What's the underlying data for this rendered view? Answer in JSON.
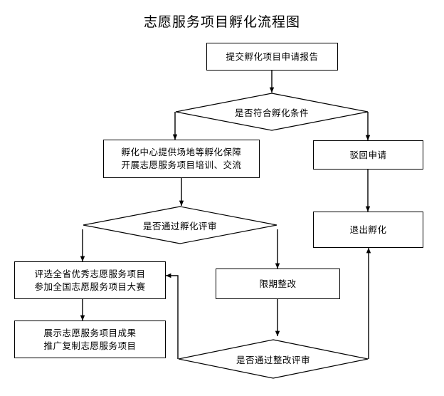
{
  "title": "志愿服务项目孵化流程图",
  "nodes": {
    "submit": {
      "shape": "box",
      "lines": [
        "提交孵化项目申请报告"
      ]
    },
    "check_condition": {
      "shape": "diamond",
      "lines": [
        "是否符合孵化条件"
      ]
    },
    "incubation_support": {
      "shape": "box",
      "lines": [
        "孵化中心提供场地等孵化保障",
        "开展志愿服务项目培训、交流"
      ]
    },
    "reject_application": {
      "shape": "box",
      "lines": [
        "驳回申请"
      ]
    },
    "exit_incubation": {
      "shape": "box",
      "lines": [
        "退出孵化"
      ]
    },
    "check_incubation_review": {
      "shape": "diamond",
      "lines": [
        "是否通过孵化评审"
      ]
    },
    "select_excellent": {
      "shape": "box",
      "lines": [
        "评选全省优秀志愿服务项目",
        "参加全国志愿服务项目大赛"
      ]
    },
    "rectify": {
      "shape": "box",
      "lines": [
        "限期整改"
      ]
    },
    "showcase": {
      "shape": "box",
      "lines": [
        "展示志愿服务项目成果",
        "推广复制志愿服务项目"
      ]
    },
    "check_rectify_review": {
      "shape": "diamond",
      "lines": [
        "是否通过整改评审"
      ]
    }
  },
  "edges": [
    {
      "from": "submit",
      "to": "check_condition"
    },
    {
      "from": "check_condition",
      "to": "incubation_support"
    },
    {
      "from": "check_condition",
      "to": "reject_application"
    },
    {
      "from": "incubation_support",
      "to": "check_incubation_review"
    },
    {
      "from": "reject_application",
      "to": "exit_incubation"
    },
    {
      "from": "check_incubation_review",
      "to": "select_excellent"
    },
    {
      "from": "check_incubation_review",
      "to": "rectify"
    },
    {
      "from": "select_excellent",
      "to": "showcase"
    },
    {
      "from": "rectify",
      "to": "check_rectify_review"
    },
    {
      "from": "check_rectify_review",
      "to": "select_excellent"
    },
    {
      "from": "check_rectify_review",
      "to": "exit_incubation"
    }
  ],
  "colors": {
    "stroke": "#000000",
    "fill": "#ffffff",
    "text": "#000000"
  }
}
